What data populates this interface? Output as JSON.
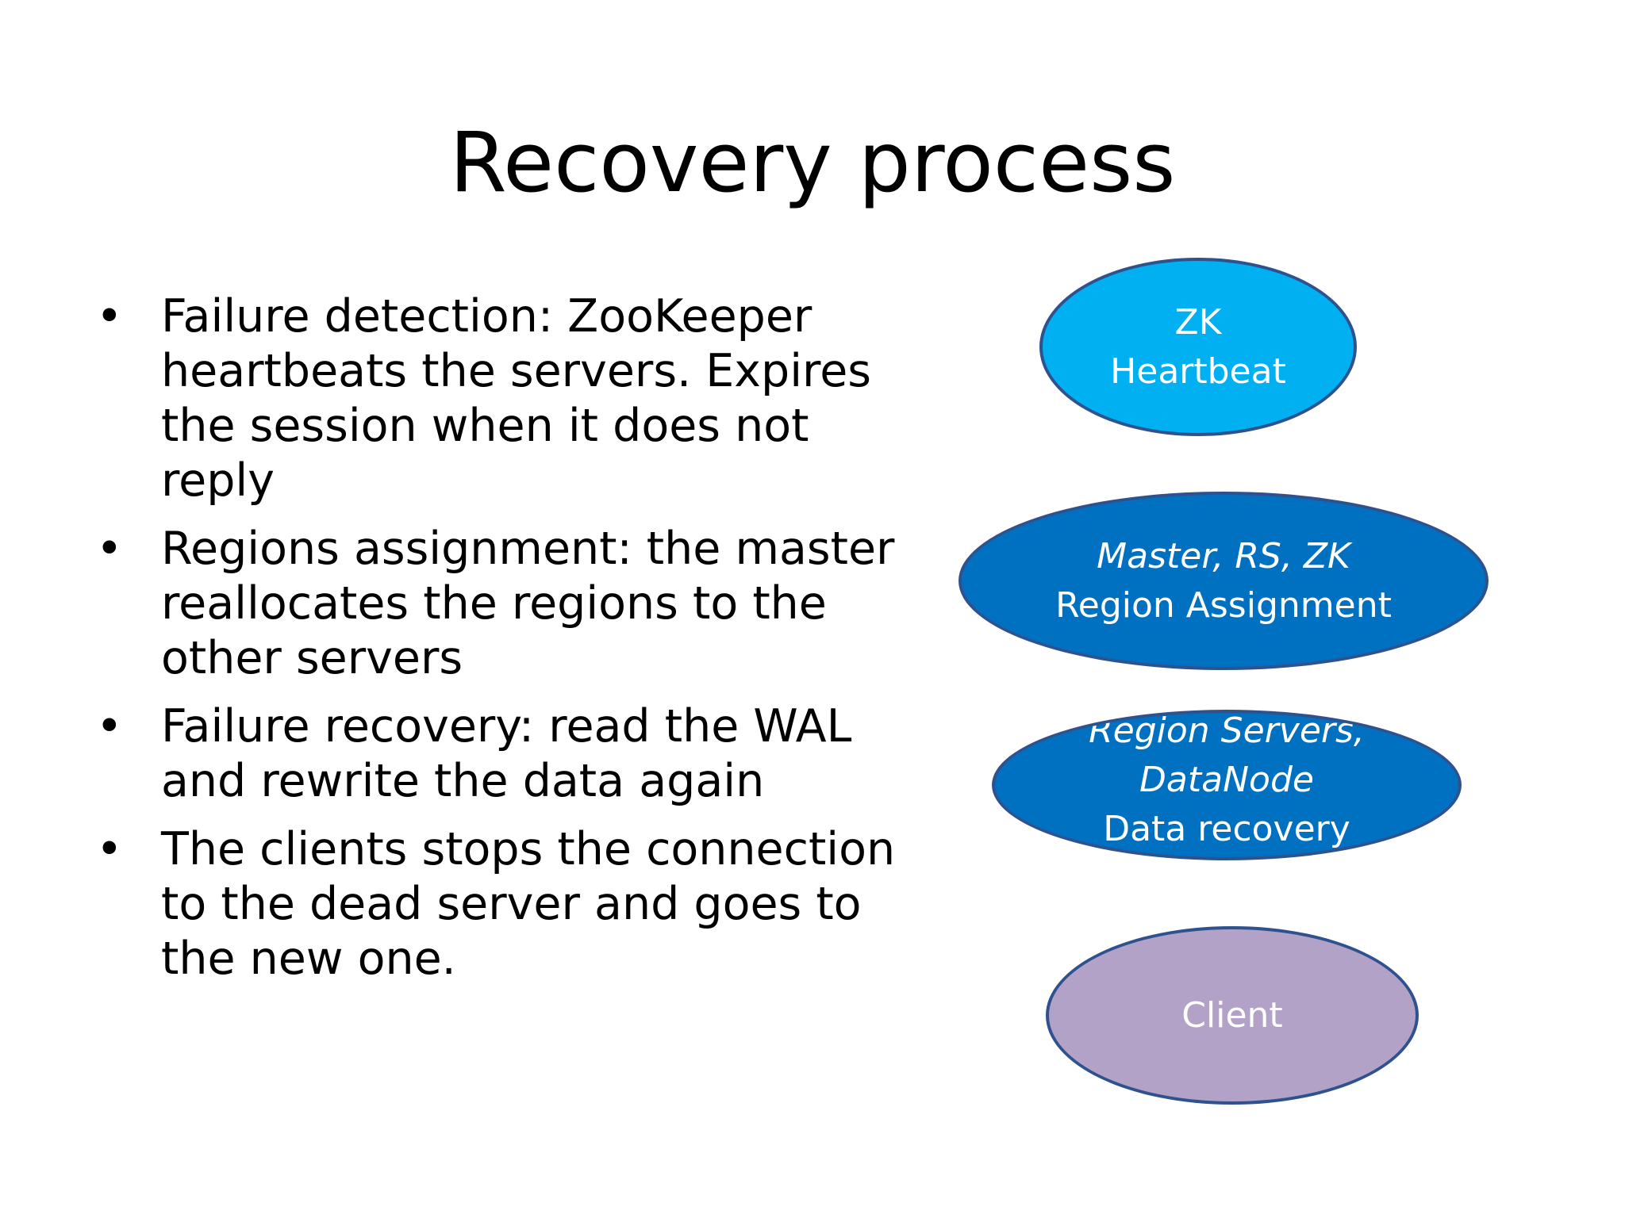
{
  "slide": {
    "title": "Recovery process",
    "bullets": [
      {
        "marker": "•",
        "text": "Failure detection: ZooKeeper heartbeats the servers. Expires the session when it does not reply"
      },
      {
        "marker": "•",
        "text": "Regions assignment: the master reallocates the regions to the other servers"
      },
      {
        "marker": "•",
        "text": "Failure recovery: read the WAL and rewrite the data again"
      },
      {
        "marker": "•",
        "text": "The clients stops the connection to the dead server and goes to the new one."
      }
    ]
  },
  "diagram": {
    "zk": {
      "line1": "ZK",
      "line2": "Heartbeat",
      "color": "#00b0f0"
    },
    "master": {
      "line1": "Master, RS, ZK",
      "line2": "Region Assignment",
      "color": "#0070c0"
    },
    "region": {
      "line1": "Region Servers, DataNode",
      "line2": "Data recovery",
      "color": "#0070c0"
    },
    "client": {
      "label": "Client",
      "color": "#b3a2c7"
    },
    "border_color": "#2f528f"
  }
}
